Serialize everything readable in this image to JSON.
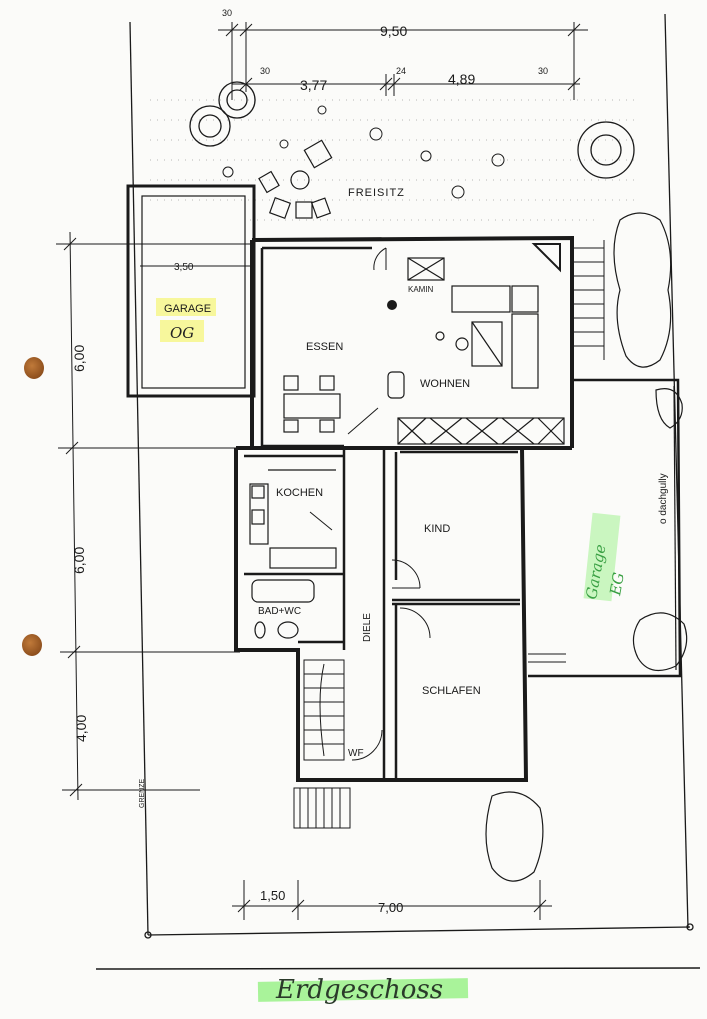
{
  "colors": {
    "line": "#1a1a1a",
    "highlight_yellow": "#f4f56a",
    "highlight_green": "#8ef07a",
    "handwriting_green": "#3aa044",
    "punch_hole": "#9a5420"
  },
  "dimensions": {
    "top_total": "9,50",
    "top_offset": "30",
    "top_left_small": "30",
    "top_left": "3,77",
    "top_mid_small": "24",
    "top_right": "4,89",
    "top_right_small": "30",
    "garage_width": "3,50",
    "left_upper": "6,00",
    "left_middle": "6,00",
    "left_lower": "4,00",
    "bottom_left": "1,50",
    "bottom_total": "7,00"
  },
  "rooms": {
    "freisitz": "FREISITZ",
    "garage": "GARAGE",
    "kamin": "KAMIN",
    "essen": "ESSEN",
    "wohnen": "WOHNEN",
    "kochen": "KOCHEN",
    "kind": "KIND",
    "bad_wc": "BAD+WC",
    "diele": "DIELE",
    "schlafen": "SCHLAFEN",
    "wf": "WF",
    "dachgully": "o dachgully",
    "grenze": "GRENZE"
  },
  "handwriting": {
    "garage_og": "OG",
    "garage_eg_1": "Garage",
    "garage_eg_2": "EG",
    "title": "Erdgeschoss"
  },
  "icons": [
    "tree-icon",
    "shrub-icon",
    "garden-chair-icon",
    "fireplace-icon",
    "sofa-icon",
    "dining-table-icon",
    "stair-icon",
    "bathtub-icon",
    "toilet-icon",
    "sink-icon"
  ]
}
